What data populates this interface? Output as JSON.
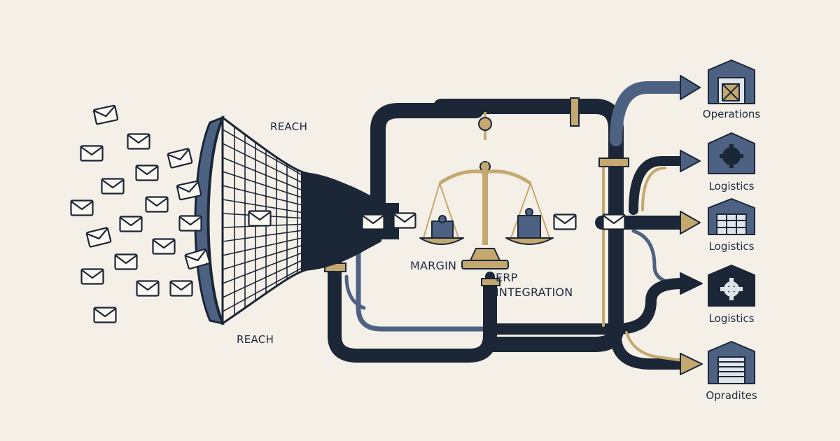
{
  "labels": {
    "reach_top": "REACH",
    "reach_bottom": "REACH",
    "margin": "MARGIN",
    "erp_line1": "ERP",
    "erp_line2": "INTEGRATION"
  },
  "destinations": [
    {
      "label": "Operations",
      "icon": "warehouse-crate-icon"
    },
    {
      "label": "Logistics",
      "icon": "gear-warehouse-icon"
    },
    {
      "label": "Logistics",
      "icon": "warehouse-shelves-icon"
    },
    {
      "label": "Logistics",
      "icon": "gear-warehouse-icon"
    },
    {
      "label": "Opradites",
      "icon": "warehouse-shutter-icon"
    }
  ],
  "colors": {
    "background": "#f4f0e8",
    "navy": "#1b2636",
    "slate": "#4d6283",
    "gold": "#c4a870",
    "ink": "#1d2a3e"
  },
  "icons": [
    "envelope-icon",
    "funnel-net-icon",
    "balance-scale-icon",
    "pipe-network-icon",
    "arrow-icon"
  ]
}
